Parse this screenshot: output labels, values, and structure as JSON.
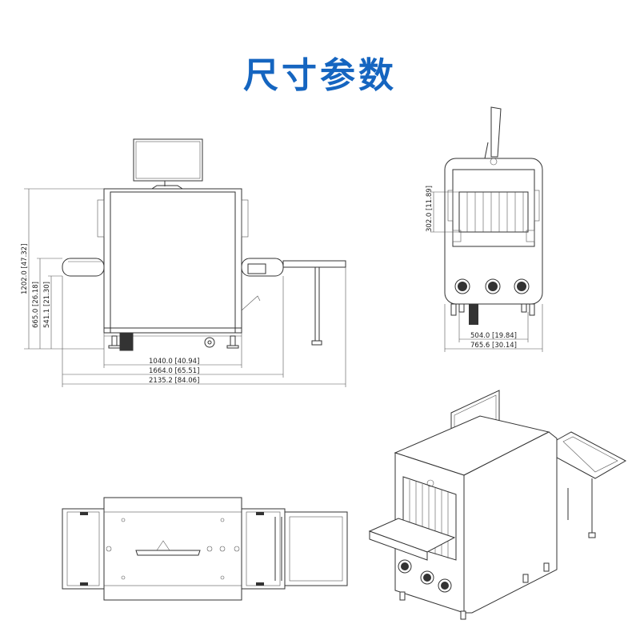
{
  "page": {
    "title": "尺寸参数",
    "title_color": "#1565c0"
  },
  "front_view": {
    "dims_h": [
      "1040.0  [40.94]",
      "1664.0  [65.51]",
      "2135.2  [84.06]"
    ],
    "dims_v": [
      "1202.0  [47.32]",
      "665.0  [26.18]",
      "541.1  [21.30]"
    ]
  },
  "side_view": {
    "dims_h": [
      "504.0  [19.84]",
      "765.6  [30.14]"
    ],
    "dims_v": [
      "302.0  [11.89]"
    ]
  }
}
